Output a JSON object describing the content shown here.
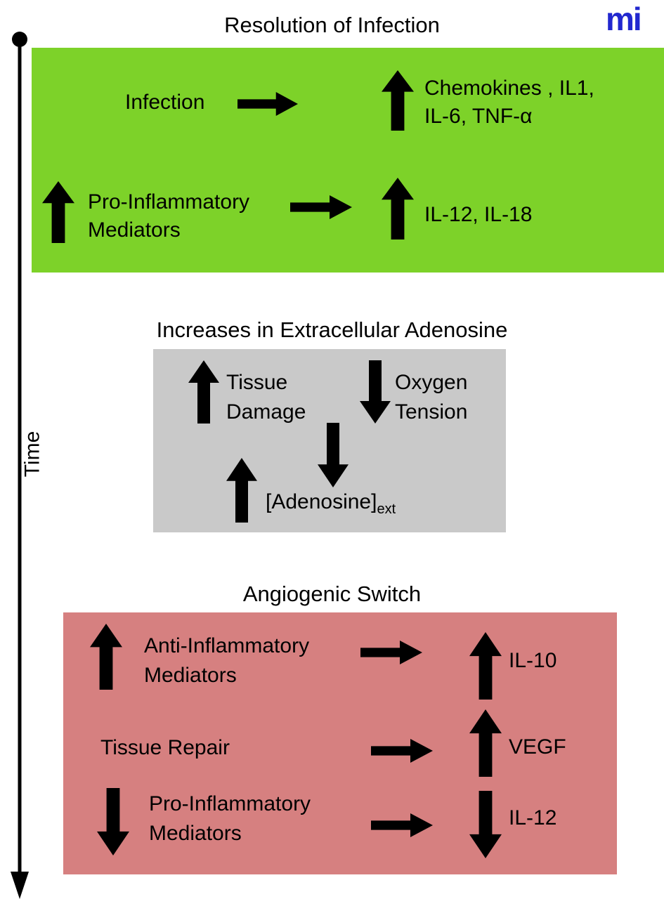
{
  "logo_text": "mi",
  "time_axis": {
    "label": "Time"
  },
  "resolution": {
    "title": "Resolution of Infection",
    "infection_label": "Infection",
    "chemokines_line1": "Chemokines , IL1,",
    "chemokines_line2": "IL-6, TNF-α",
    "pro_inflammatory_line1": "Pro-Inflammatory",
    "pro_inflammatory_line2": "Mediators",
    "il12_il18": "IL-12, IL-18"
  },
  "adenosine": {
    "title": "Increases in Extracellular Adenosine",
    "tissue_line1": "Tissue",
    "tissue_line2": "Damage",
    "oxygen_line1": "Oxygen",
    "oxygen_line2": "Tension",
    "adenosine_base": "[Adenosine]",
    "adenosine_subscript": "ext"
  },
  "angiogenic": {
    "title": "Angiogenic Switch",
    "anti_inflammatory_line1": "Anti-Inflammatory",
    "anti_inflammatory_line2": "Mediators",
    "il10": "IL-10",
    "tissue_repair": "Tissue Repair",
    "vegf": "VEGF",
    "pro_inflammatory_line1": "Pro-Inflammatory",
    "pro_inflammatory_line2": "Mediators",
    "il12": "IL-12"
  },
  "colors": {
    "resolution_box": "#7dd229",
    "adenosine_box": "#c9c9c9",
    "angiogenic_box": "#d68080",
    "logo_blue": "#2228cf",
    "arrow_black": "#000000"
  }
}
